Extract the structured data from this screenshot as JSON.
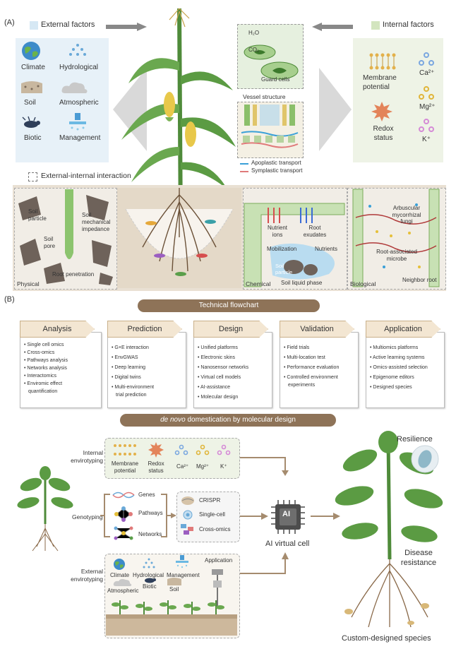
{
  "panel_a": {
    "label": "(A)",
    "external_factors": {
      "title": "External factors",
      "items": [
        "Climate",
        "Hydrological",
        "Soil",
        "Atmospheric",
        "Biotic",
        "Management"
      ]
    },
    "internal_factors": {
      "title": "Internal factors",
      "items": [
        "Membrane potential",
        "Redox status",
        "Ca²⁺",
        "Mg²⁺",
        "K⁺"
      ]
    },
    "interaction_label": "External-internal interaction",
    "leaf_inset": {
      "h2o": "H₂O",
      "co2": "CO₂",
      "guard": "Guard cells"
    },
    "vessel_label": "Vessel structure",
    "transport_legend": {
      "apoplastic": "Apoplastic transport",
      "symplastic": "Symplastic transport"
    },
    "soil_panels": {
      "physical": {
        "label": "Physical",
        "particle": "Soil particle",
        "impedance": "Soil mechanical impedance",
        "pore": "Soil pore",
        "penetration": "Root penetration"
      },
      "chemical": {
        "label": "Chemical",
        "nutrient_ions": "Nutrient ions",
        "root_exudates": "Root exudates",
        "mobilization": "Mobilization",
        "nutrients": "Nutrients",
        "soil_particle": "Soil particle",
        "liquid": "Soil liquid phase"
      },
      "biological": {
        "label": "Biological",
        "amf": "Arbuscular mycorrhizal fungi",
        "microbe": "Root-associated microbe",
        "neighbor": "Neighbor root"
      }
    }
  },
  "panel_b": {
    "label": "(B)",
    "flowchart_title": "Technical flowchart",
    "stages": [
      {
        "title": "Analysis",
        "items": [
          "Single cell omics",
          "Cross-omics",
          "Pathways analysis",
          "Networks analysis",
          "Interactomics",
          "Enviromic effect",
          "quantification"
        ]
      },
      {
        "title": "Prediction",
        "items": [
          "G×E interaction",
          "EnvGWAS",
          "Deep learning",
          "Digital twins",
          "Multi-environment",
          "trial prediction"
        ]
      },
      {
        "title": "Design",
        "items": [
          "Unified platforms",
          "Electronic skins",
          "Nanosensor networks",
          "Virtual cell models",
          "AI-assistance",
          "Molecular design"
        ]
      },
      {
        "title": "Validation",
        "items": [
          "Field trials",
          "Multi-location test",
          "Performance evaluation",
          "Controlled environment",
          "experiments"
        ]
      },
      {
        "title": "Application",
        "items": [
          "Multiomics platforms",
          "Active learning systems",
          "Omics-assisted selection",
          "Epigenome editors",
          "Designed species"
        ]
      }
    ],
    "denovo_title_italic": "de novo",
    "denovo_title_rest": "domestication by molecular design",
    "internal_envirotyping": {
      "label": "Internal envirotyping",
      "items": [
        "Membrane potential",
        "Redox status",
        "Ca²⁺",
        "Mg²⁺",
        "K⁺"
      ]
    },
    "genotyping": {
      "label": "Genotyping",
      "items": [
        "Genes",
        "Pathways",
        "Networks"
      ]
    },
    "tools": [
      "CRISPR",
      "Single-cell",
      "Cross-omics"
    ],
    "ai_cell": {
      "chip": "AI",
      "label": "AI virtual cell"
    },
    "external_envirotyping": {
      "label": "External envirotyping",
      "items": [
        "Climate",
        "Hydrological",
        "Management",
        "Atmospheric",
        "Biotic",
        "Soil"
      ],
      "application": "Application"
    },
    "outcomes": {
      "resilience": "Resilience",
      "disease": "Disease resistance",
      "species": "Custom-designed species"
    }
  },
  "colors": {
    "external_bg": "#e7f1f8",
    "internal_bg": "#eef3e6",
    "pill": "#8e7358",
    "apoplastic": "#3aa0d8",
    "symplastic": "#e07a7a"
  }
}
